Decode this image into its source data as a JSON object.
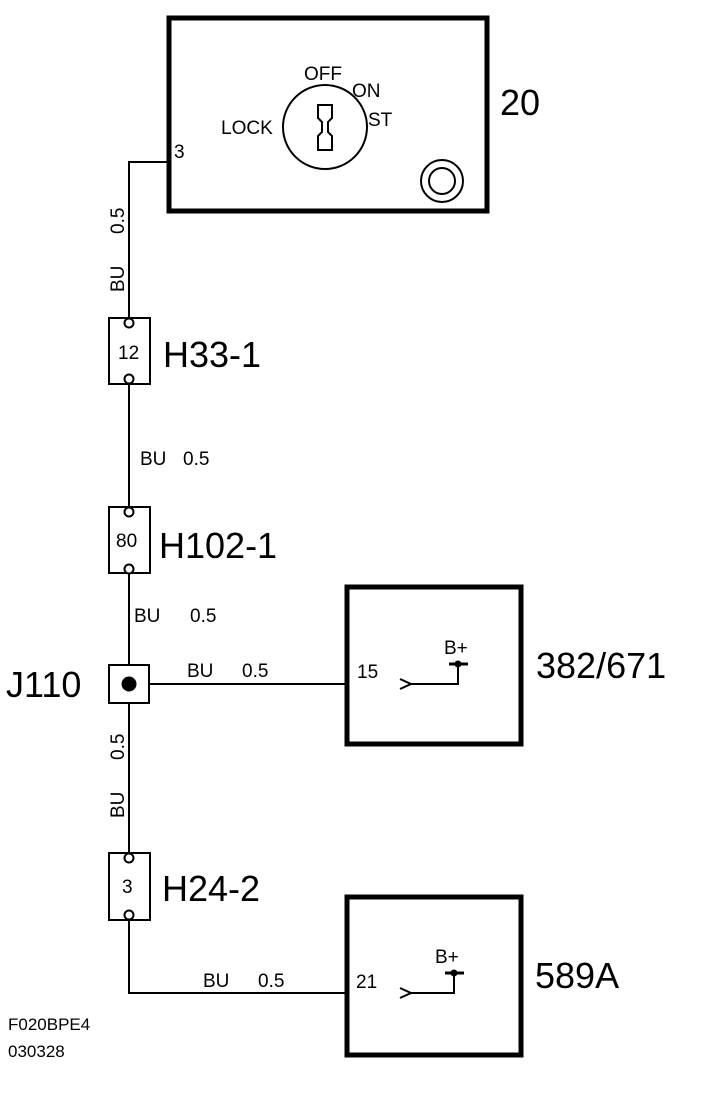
{
  "ignition_switch": {
    "id": "20",
    "pin": "3",
    "positions": {
      "lock": "LOCK",
      "off": "OFF",
      "on": "ON",
      "st": "ST"
    }
  },
  "connectors": [
    {
      "id": "H33-1",
      "pin": "12"
    },
    {
      "id": "H102-1",
      "pin": "80"
    },
    {
      "id": "H24-2",
      "pin": "3"
    }
  ],
  "splice": {
    "id": "J110"
  },
  "wires": [
    {
      "color": "BU",
      "size": "0.5"
    },
    {
      "color": "BU",
      "size": "0.5"
    },
    {
      "color": "BU",
      "size": "0.5"
    },
    {
      "color": "BU",
      "size": "0.5"
    },
    {
      "color": "BU",
      "size": "0.5"
    },
    {
      "color": "BU",
      "size": "0.5"
    }
  ],
  "components": [
    {
      "id": "382/671",
      "pin": "15",
      "supply": "B+"
    },
    {
      "id": "589A",
      "pin": "21",
      "supply": "B+"
    }
  ],
  "footer": {
    "code": "F020BPE4",
    "date": "030328"
  }
}
